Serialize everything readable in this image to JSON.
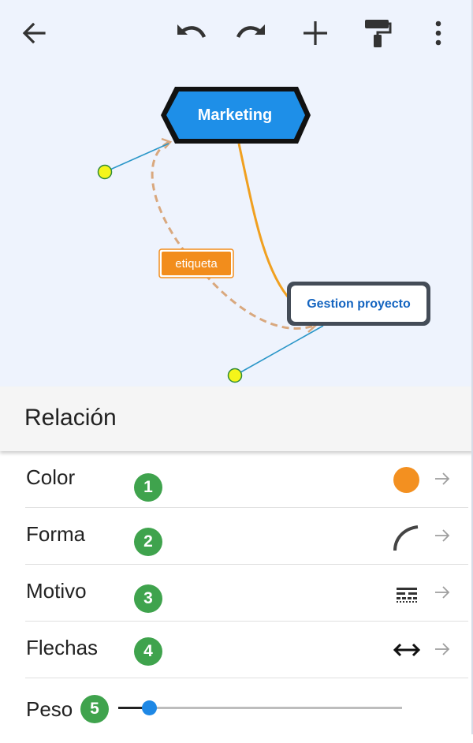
{
  "toolbar": {
    "back_icon": "arrow-left-icon",
    "undo_icon": "undo-icon",
    "redo_icon": "redo-icon",
    "add_icon": "plus-icon",
    "format_icon": "paint-roller-icon",
    "more_icon": "more-vert-icon"
  },
  "map": {
    "central_node": {
      "label": "Marketing",
      "fill": "#1e8fe8",
      "border": "#111111",
      "text_color": "#ffffff"
    },
    "child_node": {
      "label": "Gestion proyecto",
      "fill": "#ffffff",
      "border": "#444c57",
      "text_color": "#1565c0"
    },
    "relationship_label": {
      "text": "etiqueta",
      "fill": "#f28d1c",
      "text_color": "#ffffff"
    },
    "connector_color": "#f0a020",
    "relationship_color": "#d9a87e",
    "control_point_color": "#f4f51a",
    "control_line_color": "#2a96c8"
  },
  "panel": {
    "title": "Relación",
    "rows": [
      {
        "label": "Color",
        "badge": "1",
        "value_icon": "orange-dot-icon",
        "value_color": "#f39020"
      },
      {
        "label": "Forma",
        "badge": "2",
        "value_icon": "curve-shape-icon"
      },
      {
        "label": "Motivo",
        "badge": "3",
        "value_icon": "dash-pattern-icon"
      },
      {
        "label": "Flechas",
        "badge": "4",
        "value_icon": "double-arrow-icon"
      }
    ],
    "weight": {
      "label": "Peso",
      "badge": "5",
      "value": 0.11
    }
  }
}
